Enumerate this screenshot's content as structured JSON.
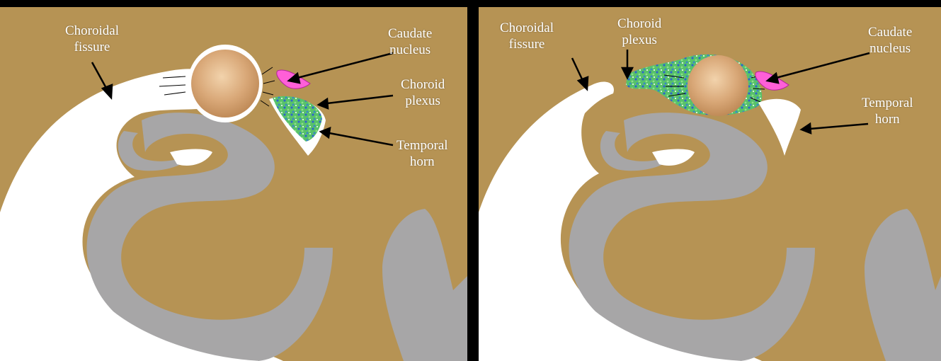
{
  "colors": {
    "background_border": "#000000",
    "brain_tissue": "#9a6e2c",
    "gray_matter": "#a7a6a7",
    "csf_white": "#ffffff",
    "caudate_nucleus": "#ff5fd8",
    "choroid_plexus": "#3fa85a",
    "mass": "#d9a878"
  },
  "left_panel": {
    "labels": {
      "choroidal_fissure": [
        "Choroidal",
        "fissure"
      ],
      "caudate_nucleus": [
        "Caudate",
        "nucleus"
      ],
      "choroid_plexus": [
        "Choroid",
        "plexus"
      ],
      "temporal_horn": [
        "Temporal",
        "horn"
      ]
    }
  },
  "right_panel": {
    "labels": {
      "choroidal_fissure": [
        "Choroidal",
        "fissure"
      ],
      "choroid_plexus": [
        "Choroid",
        "plexus"
      ],
      "caudate_nucleus": [
        "Caudate",
        "nucleus"
      ],
      "temporal_horn": [
        "Temporal",
        "horn"
      ]
    }
  }
}
